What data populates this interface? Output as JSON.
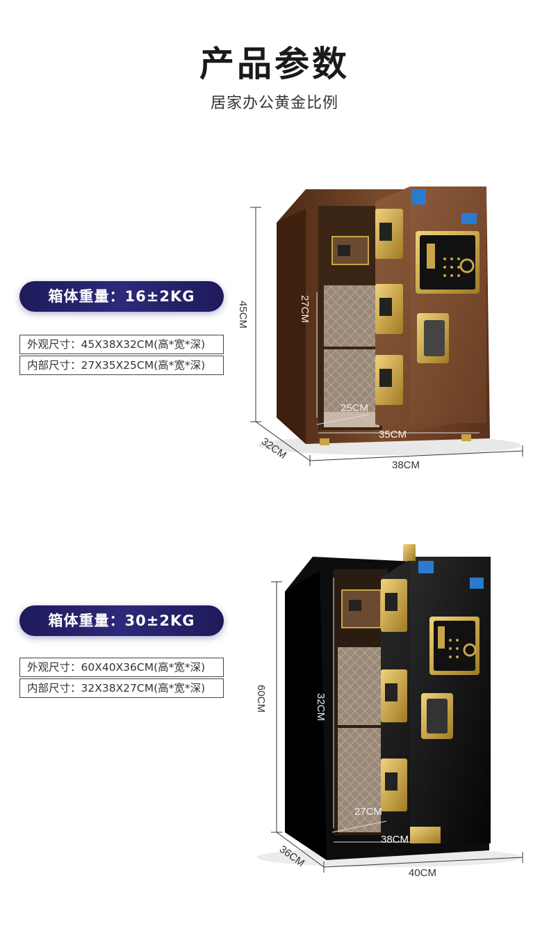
{
  "header": {
    "title": "产品参数",
    "subtitle": "居家办公黄金比例"
  },
  "products": [
    {
      "weight_label": "箱体重量：16±2KG",
      "outer_spec": "外观尺寸：45X38X32CM(高*宽*深)",
      "inner_spec": "内部尺寸：27X35X25CM(高*宽*深)",
      "color": "#6a3b20",
      "dims": {
        "height": "45CM",
        "inner_height": "27CM",
        "inner_depth": "25CM",
        "inner_width": "35CM",
        "depth": "32CM",
        "width": "38CM"
      }
    },
    {
      "weight_label": "箱体重量：30±2KG",
      "outer_spec": "外观尺寸：60X40X36CM(高*宽*深)",
      "inner_spec": "内部尺寸：32X38X27CM(高*宽*深)",
      "color": "#111111",
      "dims": {
        "height": "60CM",
        "inner_height": "32CM",
        "inner_depth": "27CM",
        "inner_width": "38CM",
        "depth": "36CM",
        "width": "40CM"
      }
    }
  ],
  "icons": [
    "safe-image-brown",
    "safe-image-black",
    "dimension-line"
  ],
  "colors": {
    "pill": "#25226c",
    "gold": "#c9a44a"
  }
}
